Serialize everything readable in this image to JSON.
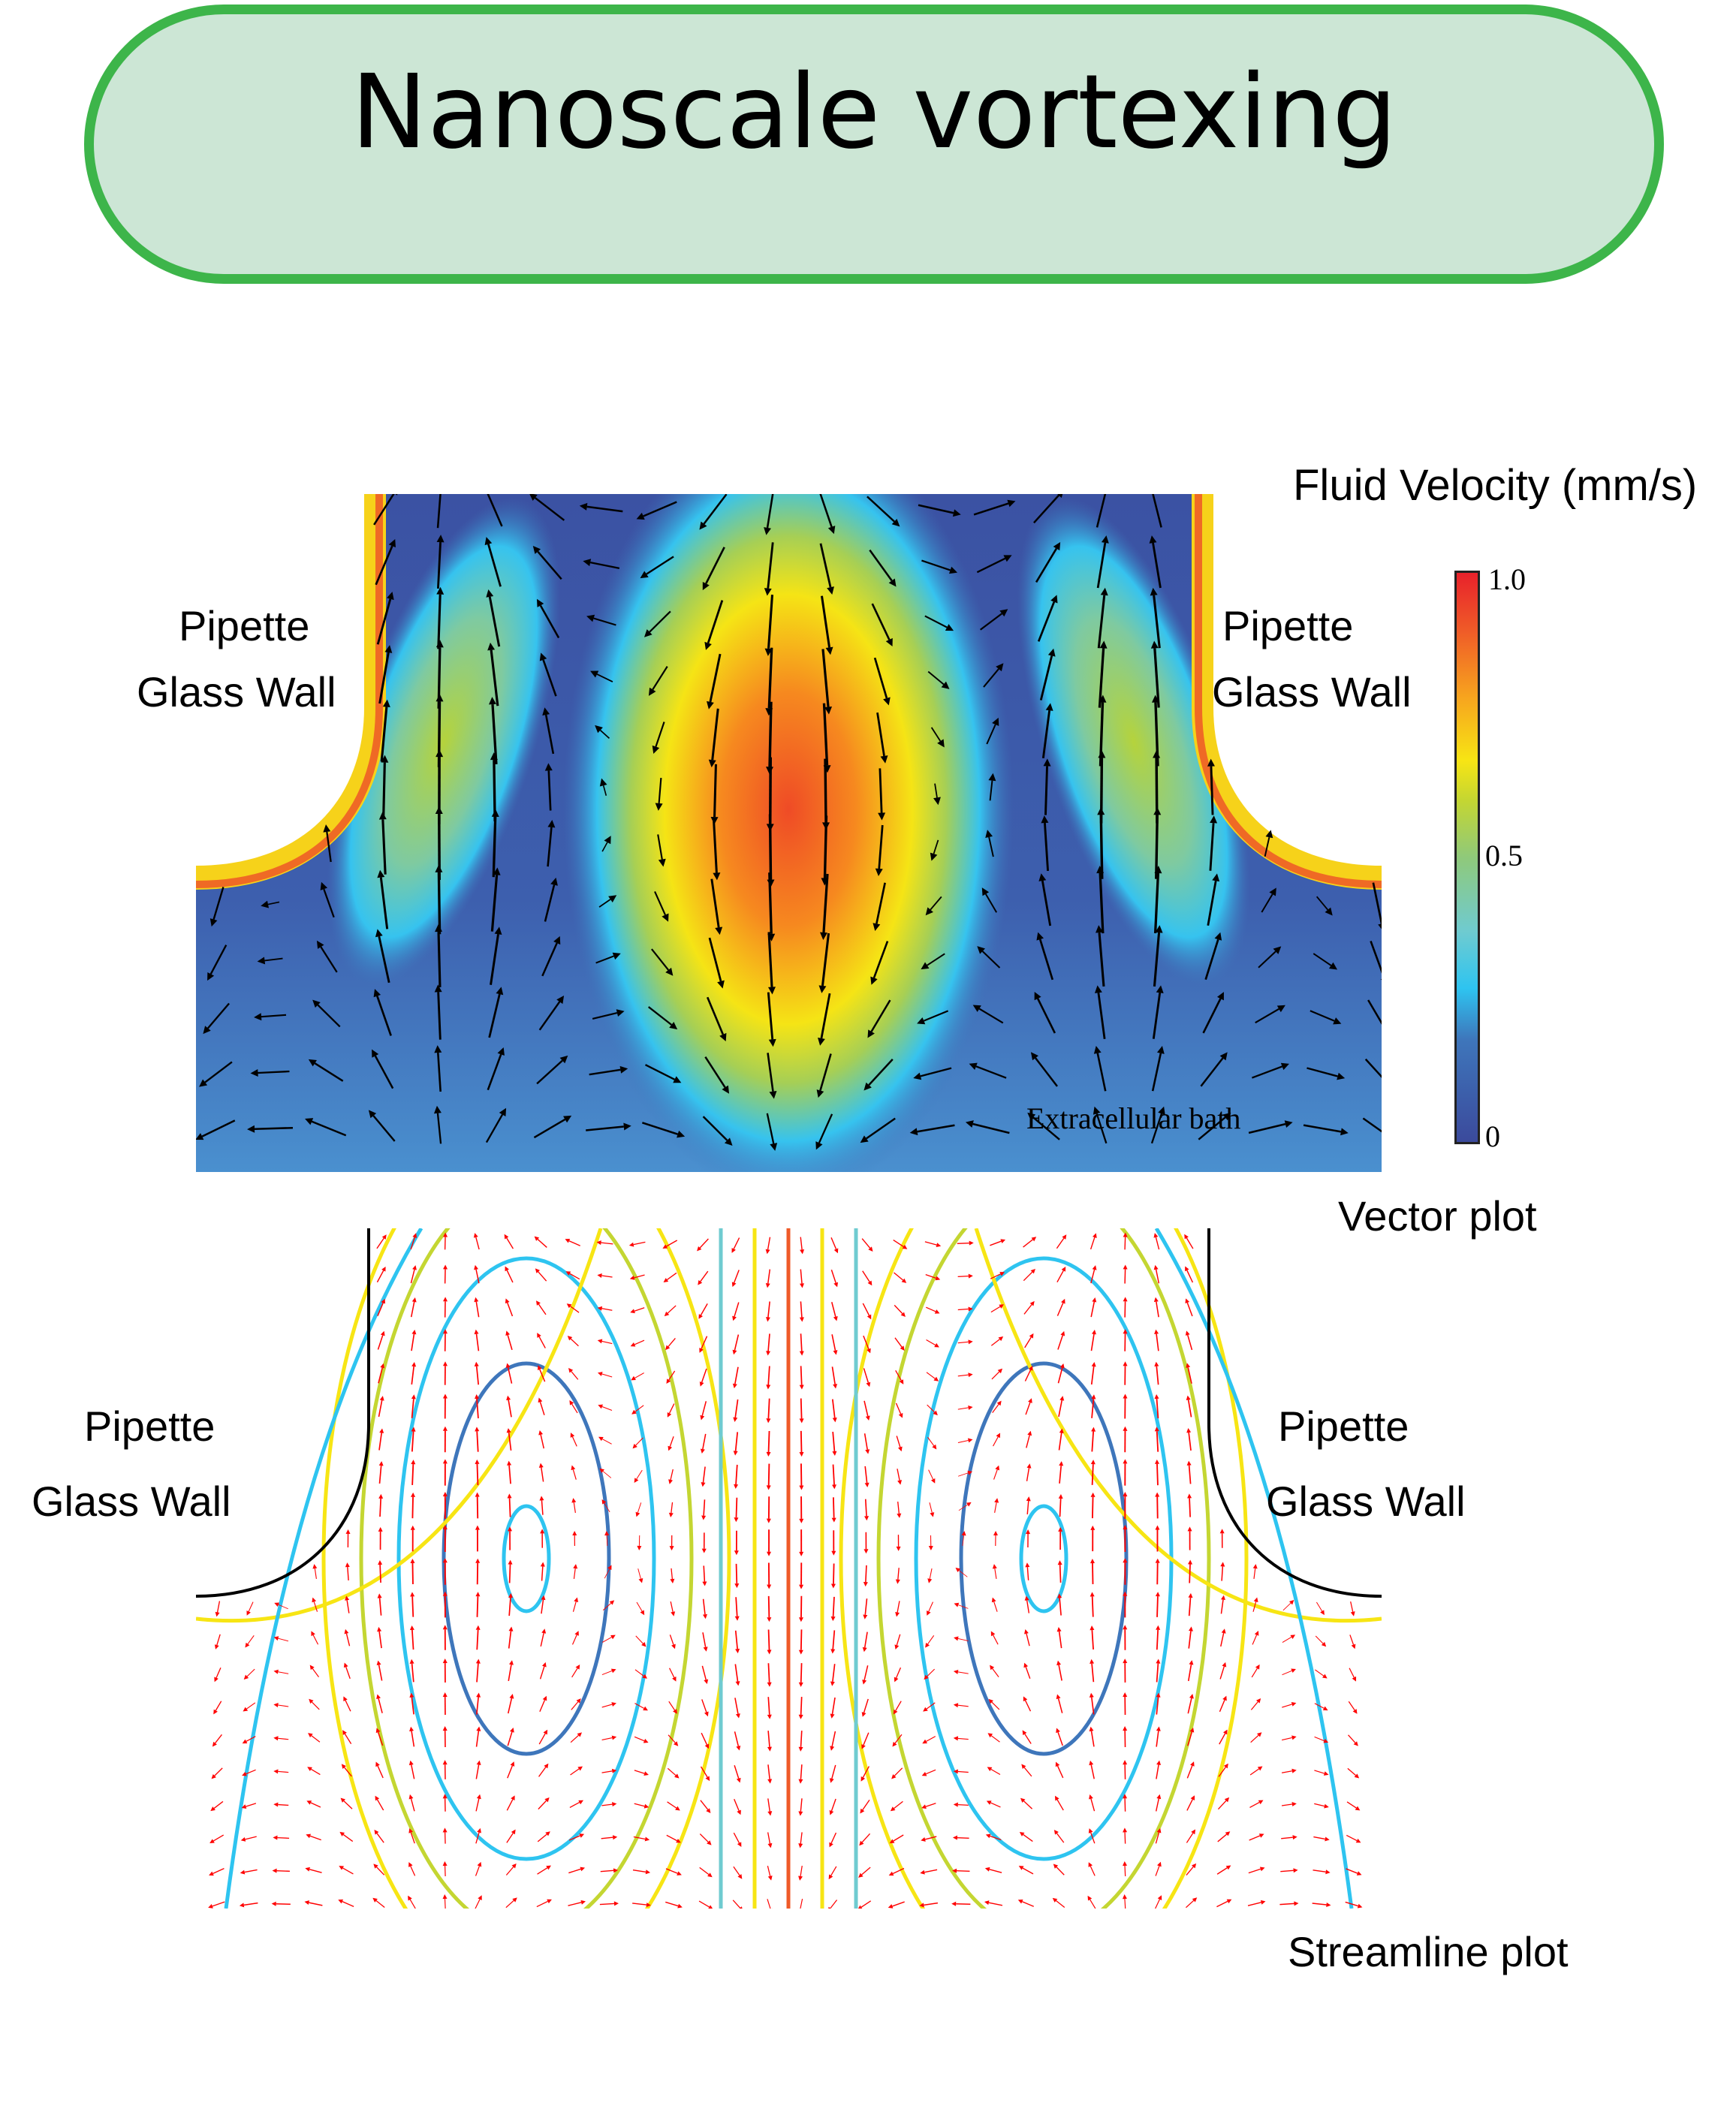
{
  "header": {
    "title": "Nanoscale vortexing"
  },
  "vector_panel": {
    "caption": "Vector plot",
    "left_label": [
      "Pipette",
      "Glass Wall"
    ],
    "right_label": [
      "Pipette",
      "Glass Wall"
    ],
    "region_label": "Extracellular bath",
    "colorbar": {
      "title": "Fluid Velocity (mm/s)",
      "tick_labels": {
        "max": "1.0",
        "mid": "0.5",
        "min": "0"
      },
      "range": [
        0,
        1.0
      ],
      "colormap": [
        "#3b4a9c",
        "#3e76bb",
        "#2ec4f0",
        "#6fcbd0",
        "#8fc97a",
        "#c4d632",
        "#f7e514",
        "#f7a51e",
        "#ef5a28",
        "#e8212b"
      ]
    },
    "arrow_color": "#000000"
  },
  "streamline_panel": {
    "caption": "Streamline plot",
    "left_label": [
      "Pipette",
      "Glass Wall"
    ],
    "right_label": [
      "Pipette",
      "Glass Wall"
    ],
    "arrow_color": "#ff0000",
    "wall_color": "#000000"
  },
  "colors": {
    "banner_border": "#3db54a",
    "banner_fill": "#cce6d5"
  }
}
